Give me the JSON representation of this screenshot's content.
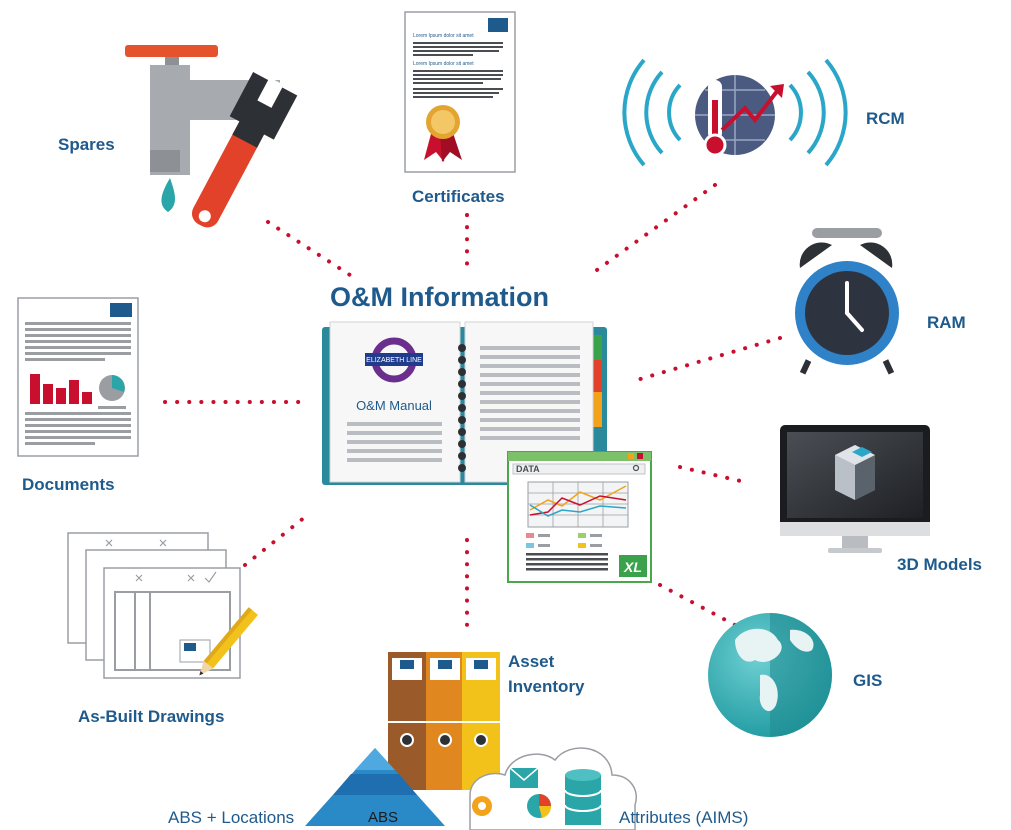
{
  "title": "O&M Information",
  "manual": {
    "logo_text": "ELIZABETH LINE",
    "label": "O&M Manual"
  },
  "data_window": {
    "label": "DATA",
    "badge": "XL"
  },
  "abs_label": "ABS",
  "nodes": {
    "spares": "Spares",
    "certificates": "Certificates",
    "rcm": "RCM",
    "ram": "RAM",
    "documents": "Documents",
    "models_3d": "3D Models",
    "as_built": "As-Built Drawings",
    "gis": "GIS",
    "asset_inventory_line1": "Asset",
    "asset_inventory_line2": "Inventory",
    "abs_locations": "ABS + Locations",
    "attributes": "Attributes (AIMS)"
  },
  "certificate_text": {
    "heading": "Lorem Ipsum dolor sit amet"
  },
  "colors": {
    "brand_blue": "#1f5a8c",
    "connector_red": "#c8102e",
    "teal": "#2aa6a8",
    "orange": "#e0871f",
    "brown": "#9a5a2a",
    "yellow": "#f2c21b"
  }
}
